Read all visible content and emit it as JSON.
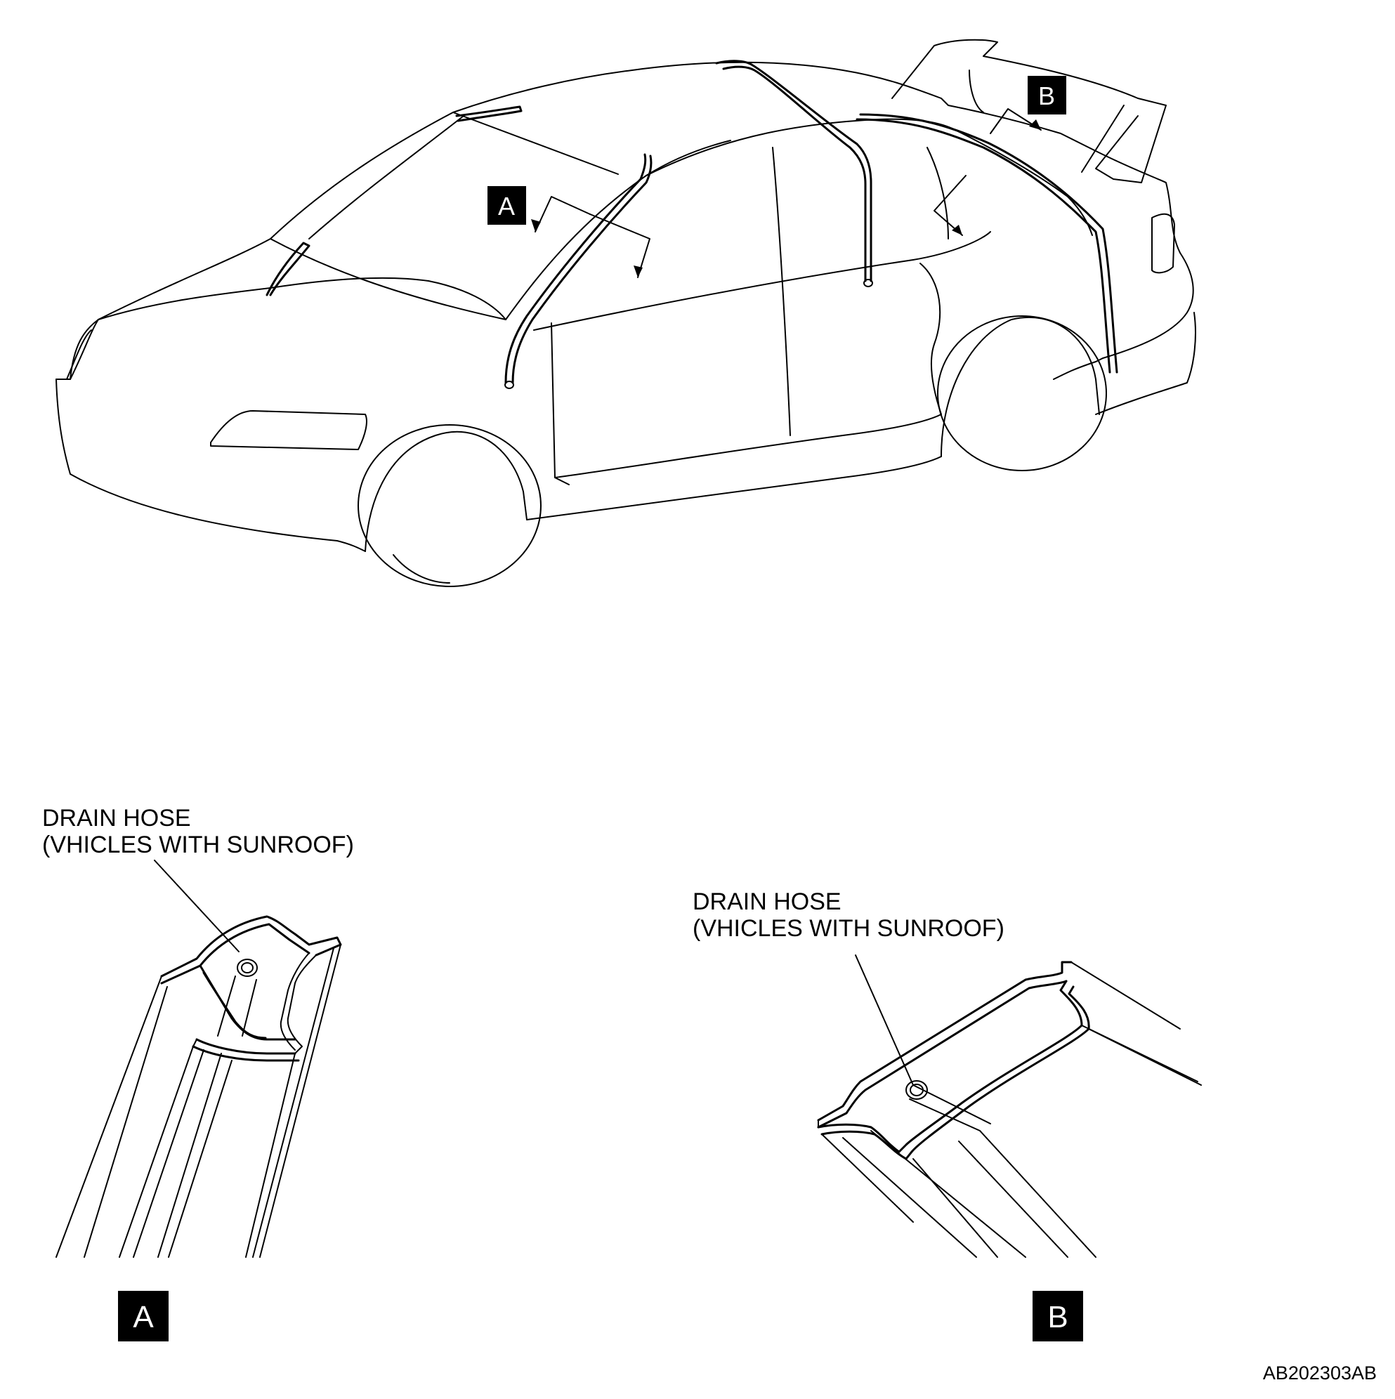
{
  "callouts": {
    "car_a": "A",
    "car_b": "B",
    "detail_a": "A",
    "detail_b": "B"
  },
  "detail_a": {
    "label_line1": "DRAIN HOSE",
    "label_line2": "(VHICLES WITH SUNROOF)"
  },
  "detail_b": {
    "label_line1": "DRAIN HOSE",
    "label_line2": "(VHICLES WITH SUNROOF)"
  },
  "figure_id": "AB202303AB"
}
